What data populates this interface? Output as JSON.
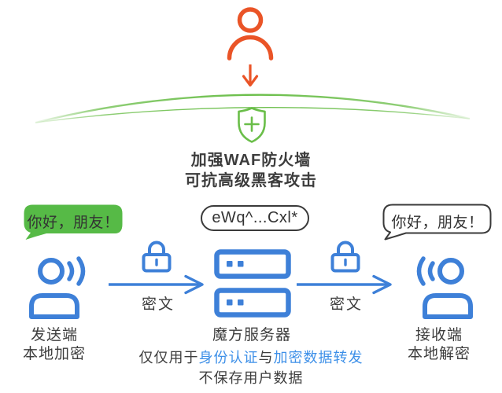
{
  "colors": {
    "orange": "#EA5427",
    "green": "#6ABE49",
    "bubble-green": "#56BA46",
    "blue": "#3E80D8",
    "text-blue": "#3E90E8",
    "dark": "#3D3D3D",
    "ink": "#333333"
  },
  "icons": {
    "attacker": "hacker-person-icon",
    "attack_direction": "arrow-down-icon",
    "firewall_barrier": "protection-arc",
    "firewall_badge": "shield-plus-icon",
    "sender": "speaking-person-icon",
    "receiver": "listening-person-icon",
    "server": "server-stack-icon",
    "encryption": "padlock-icon",
    "transfer": "arrow-right-icon"
  },
  "firewall": {
    "title": "加强WAF防火墙",
    "subtitle": "可抗高级黑客攻击"
  },
  "bubbles": {
    "sender_message": "你好，朋友！",
    "encrypted_message": "eWq^...Cxl*",
    "receiver_message": "你好，朋友！"
  },
  "sender": {
    "label": "发送端",
    "sublabel": "本地加密"
  },
  "receiver": {
    "label": "接收端",
    "sublabel": "本地解密"
  },
  "server": {
    "label": "魔方服务器",
    "desc_prefix": "仅仅用于",
    "desc_auth": "身份认证",
    "desc_and": "与",
    "desc_forward": "加密数据转发",
    "desc_line2": "不保存用户数据"
  },
  "links": {
    "left_cipher_label": "密文",
    "right_cipher_label": "密文"
  }
}
